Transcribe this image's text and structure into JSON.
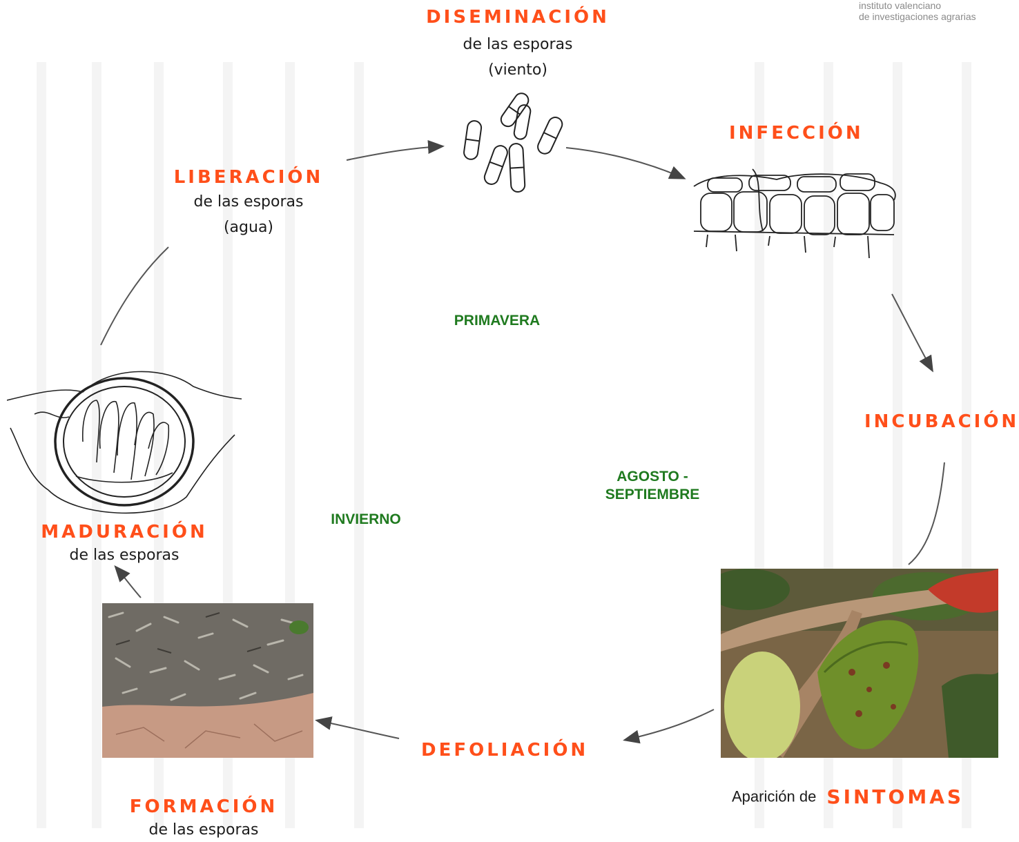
{
  "logo": {
    "line1": "instituto valenciano",
    "line2": "de investigaciones agrarias"
  },
  "stages": {
    "diseminacion": {
      "title": "DISEMINACIÓN",
      "line1": "de las esporas",
      "line2": "(viento)"
    },
    "infeccion": {
      "title": "INFECCIÓN"
    },
    "incubacion": {
      "title": "INCUBACIÓN"
    },
    "sintomas": {
      "prefix": "Aparición de",
      "title": "SINTOMAS"
    },
    "defoliacion": {
      "title": "DEFOLIACIÓN"
    },
    "formacion": {
      "title": "FORMACIÓN",
      "line1": "de las esporas"
    },
    "maduracion": {
      "title": "MADURACIÓN",
      "line1": "de las esporas"
    },
    "liberacion": {
      "title": "LIBERACIÓN",
      "line1": "de las esporas",
      "line2": "(agua)"
    }
  },
  "seasons": {
    "primavera": "PRIMAVERA",
    "agosto": "AGOSTO -\nSEPTIEMBRE",
    "invierno": "INVIERNO"
  },
  "colors": {
    "stage": "#ff4f1a",
    "season": "#1f7a1f",
    "text": "#1c1c1c"
  }
}
